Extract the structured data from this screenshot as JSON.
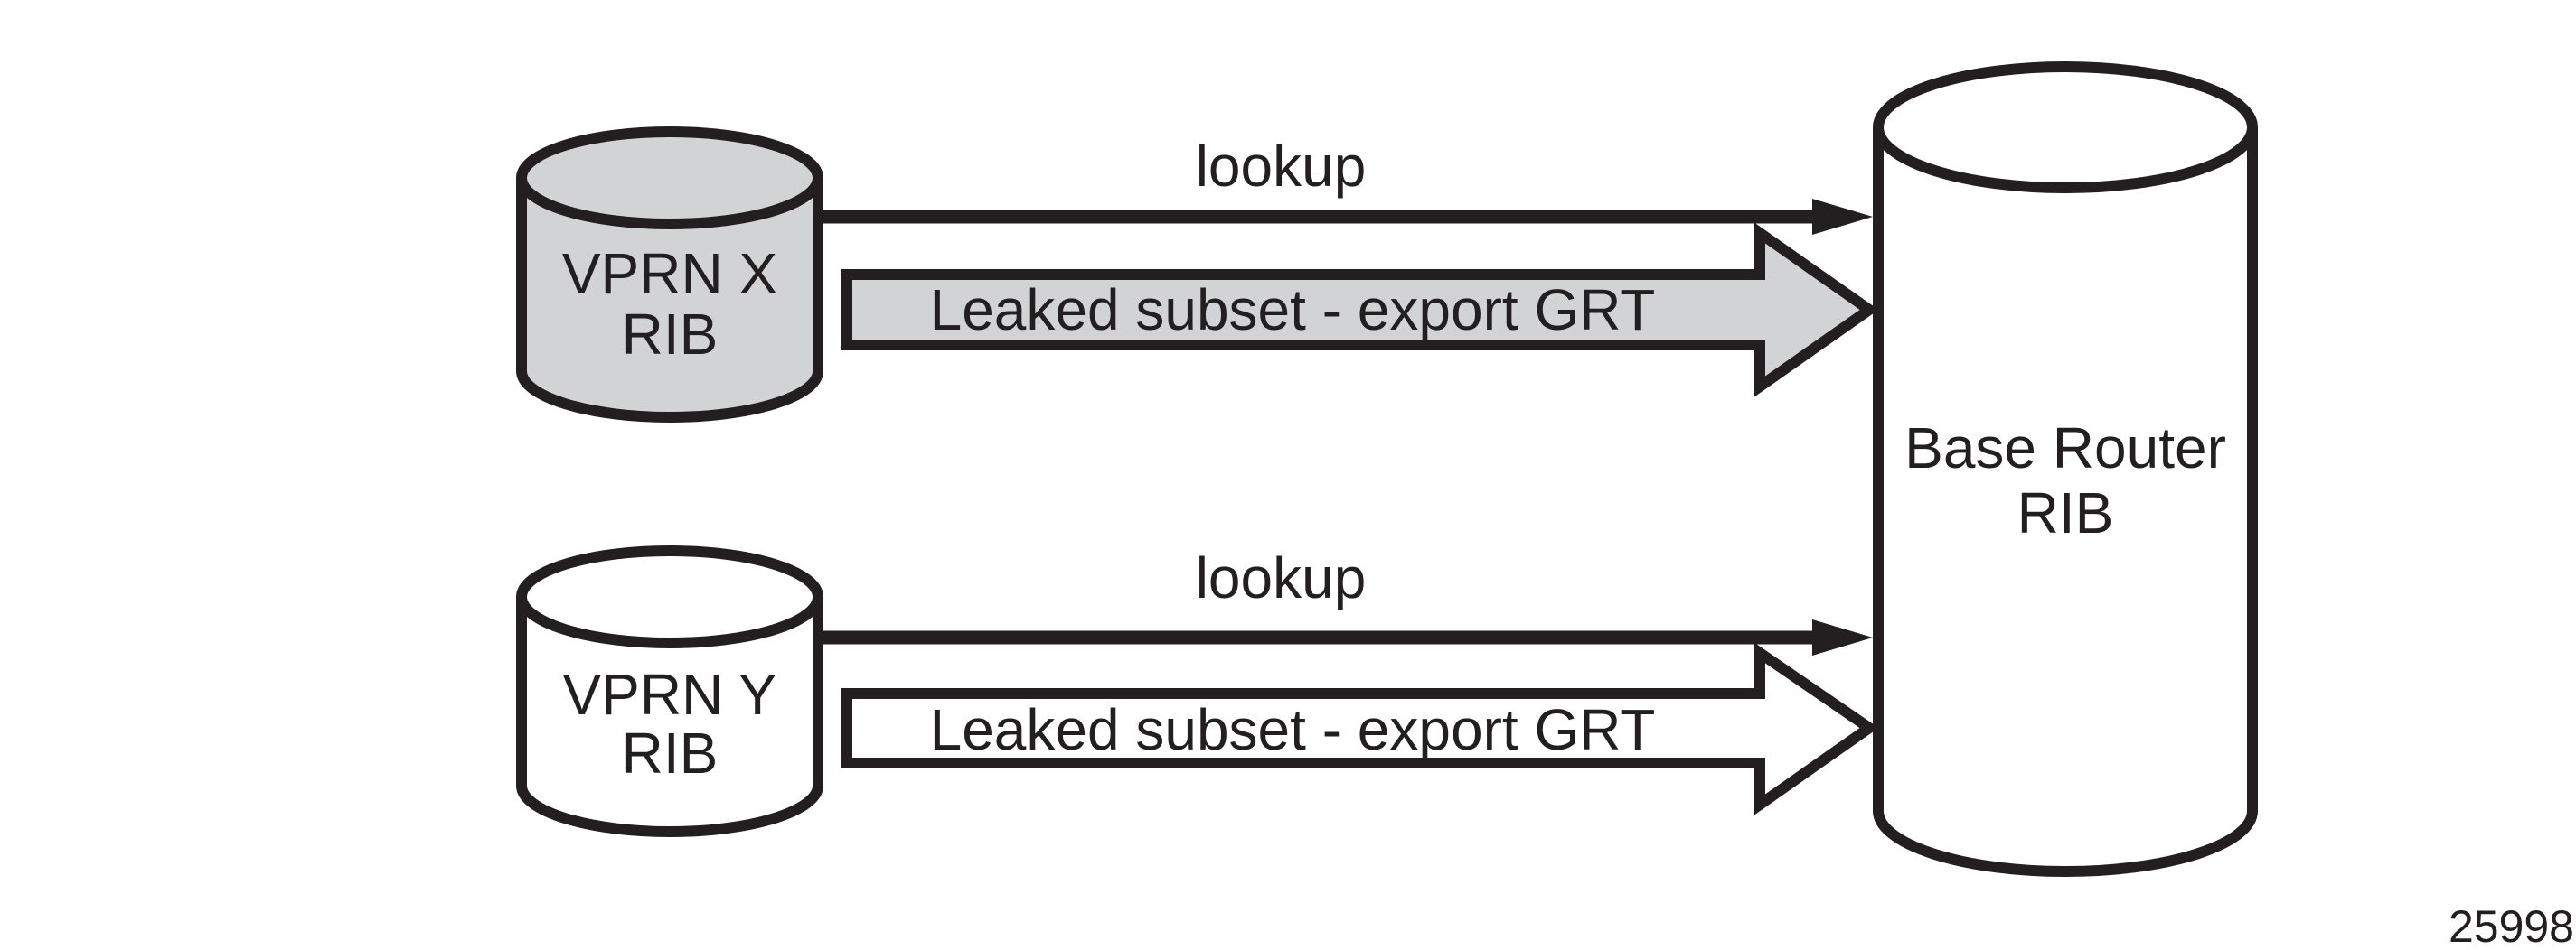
{
  "colors": {
    "ink": "#231f20",
    "gray_fill": "#d1d3d4",
    "white_fill": "#ffffff",
    "background": "#ffffff"
  },
  "figure_number": "25998",
  "cylinders": {
    "vprn_x": {
      "line1": "VPRN X",
      "line2": "RIB",
      "fill": "#d1d3d4"
    },
    "vprn_y": {
      "line1": "VPRN Y",
      "line2": "RIB",
      "fill": "#ffffff"
    },
    "base_router": {
      "line1": "Base Router",
      "line2": "RIB",
      "fill": "#ffffff"
    }
  },
  "arrows": {
    "lookup_top": {
      "label": "lookup",
      "style": "thin"
    },
    "leaked_top": {
      "label": "Leaked subset - export GRT",
      "style": "block",
      "fill": "#d1d3d4"
    },
    "lookup_bottom": {
      "label": "lookup",
      "style": "thin"
    },
    "leaked_bottom": {
      "label": "Leaked subset - export GRT",
      "style": "block",
      "fill": "#ffffff"
    }
  }
}
